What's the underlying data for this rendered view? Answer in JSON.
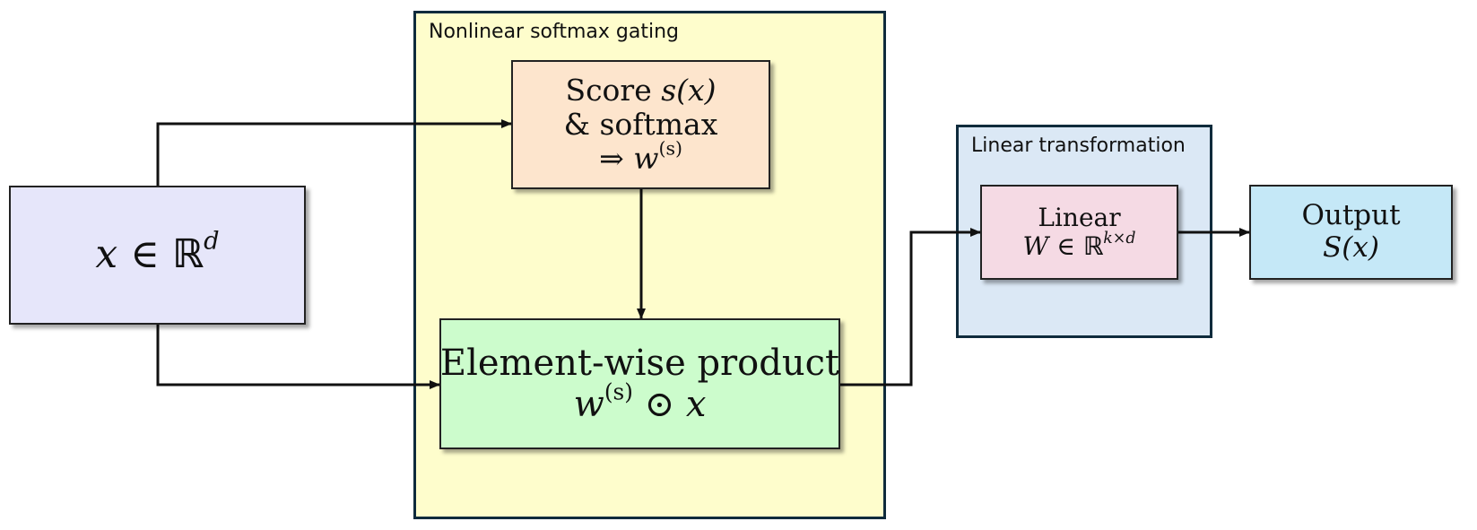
{
  "groups": {
    "gating": {
      "label": "Nonlinear softmax gating",
      "fill": "#fefdcc"
    },
    "linear_transformation": {
      "label": "Linear transformation",
      "fill": "#dbe8f5"
    }
  },
  "nodes": {
    "input": {
      "var": "x",
      "rel": "∈",
      "set": "ℝ",
      "sup": "d",
      "fill": "#e6e6fa"
    },
    "score": {
      "line1": "Score",
      "fn": "s(x)",
      "line2": "& softmax",
      "arrow": "⇒",
      "w": "w",
      "w_sup": "(s)",
      "fill": "#fde5cd"
    },
    "product": {
      "title": "Element-wise product",
      "w": "w",
      "w_sup": "(s)",
      "op": "⊙",
      "x": "x",
      "fill": "#ccfccc"
    },
    "linear": {
      "title": "Linear",
      "W": "W",
      "rel": "∈",
      "set": "ℝ",
      "sup": "k×d",
      "fill": "#f5dae4"
    },
    "output": {
      "title": "Output",
      "fn": "S(x)",
      "fill": "#c5e8f7"
    }
  },
  "edge_color": "#111111"
}
